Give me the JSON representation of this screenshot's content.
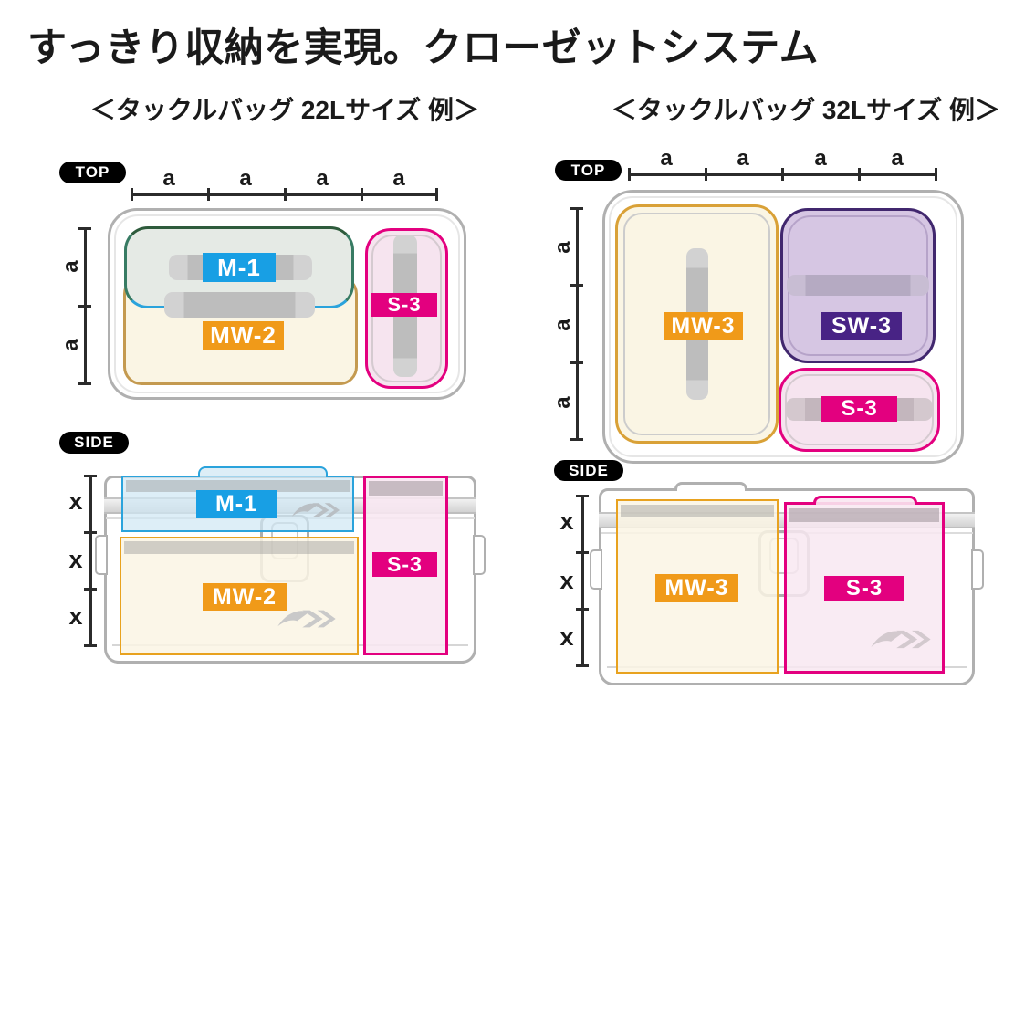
{
  "title": "すっきり収納を実現。クローゼットシステム",
  "badges": {
    "top": "TOP",
    "side": "SIDE"
  },
  "dims": {
    "a": "a",
    "x": "x"
  },
  "boxes": {
    "m1": "M-1",
    "mw2": "MW-2",
    "s3": "S-3",
    "mw3": "MW-3",
    "sw3": "SW-3"
  },
  "sections": {
    "left": {
      "header": "＜タックルバッグ 22Lサイズ 例＞"
    },
    "right": {
      "header": "＜タックルバッグ 32Lサイズ 例＞"
    }
  },
  "icons": {
    "watermark": "daiwa-logo"
  },
  "colors": {
    "ink": "#1a1a1a",
    "badge_bg": "#000000",
    "dim_line": "#2b2b2b",
    "bag_border": "#b0b0b0",
    "blue": "#189fe4",
    "blue_border": "#2aa3dc",
    "teal_green": "#2e5b3c",
    "m1_fill": "#e5eae5",
    "orange": "#f09a19",
    "orange_border": "#e8a21f",
    "tan": "#c49a50",
    "gold": "#d9a137",
    "cream": "#faf5e4",
    "magenta": "#e3007f",
    "pink": "#f6e4ef",
    "purple": "#482385",
    "purple_border": "#41276e",
    "lilac": "#d6c6e3",
    "strap_gray": "#c3c3c3",
    "watermark_gray": "#c6c6c6"
  }
}
